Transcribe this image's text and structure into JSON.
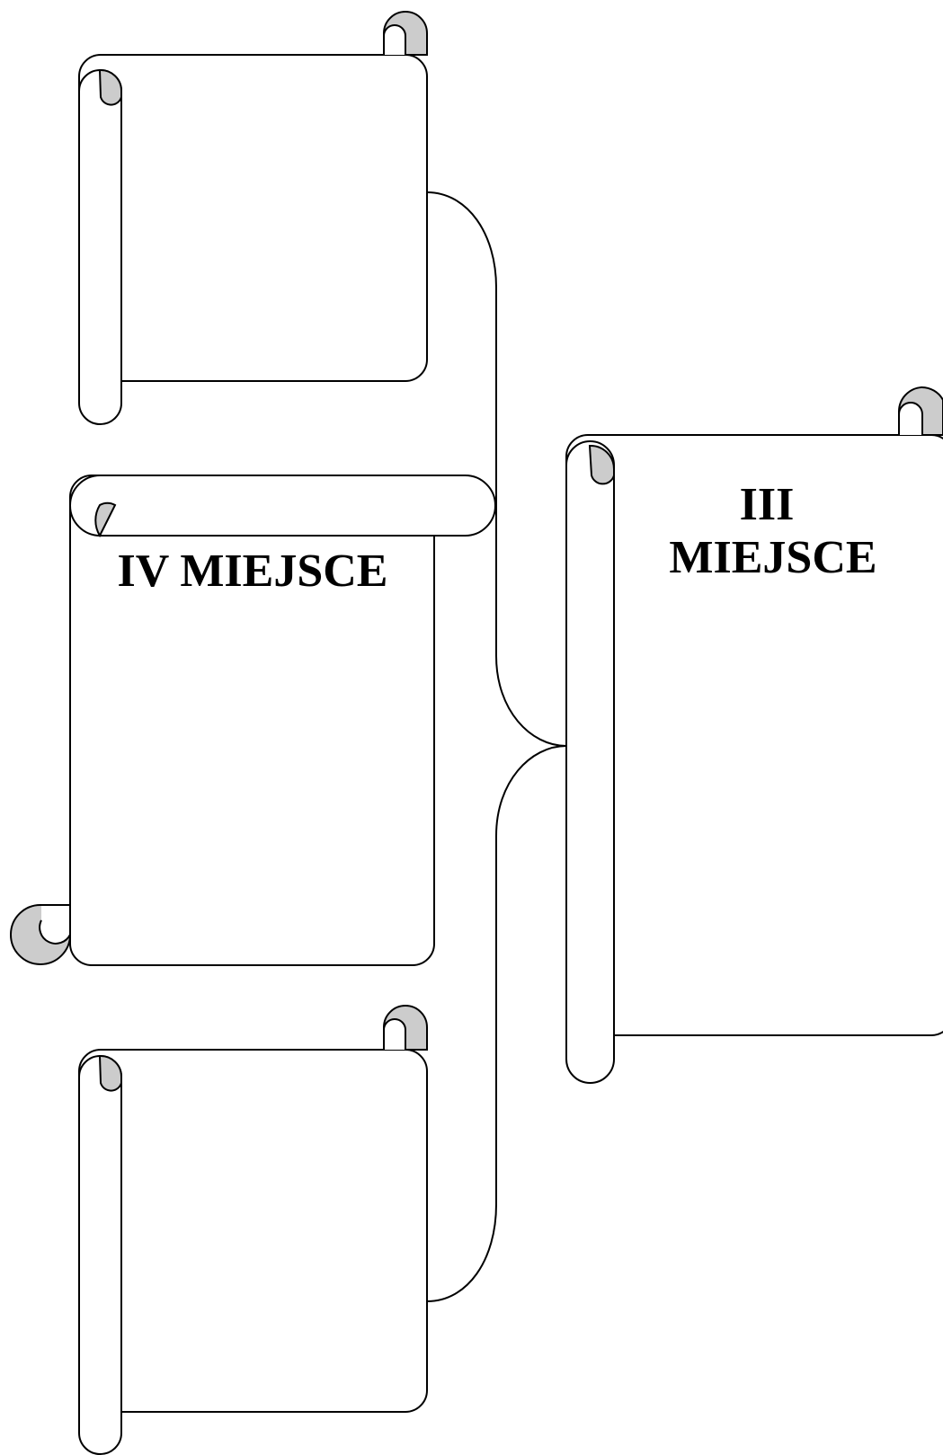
{
  "scrolls": {
    "top_left": {
      "label": ""
    },
    "fourth_place": {
      "label": "IV MIEJSCE"
    },
    "bottom_left": {
      "label": ""
    },
    "third_place": {
      "label_line1": "III",
      "label_line2": "MIEJSCE"
    }
  },
  "colors": {
    "outline": "#000000",
    "curl_fill": "#cccccc",
    "paper": "#ffffff"
  }
}
